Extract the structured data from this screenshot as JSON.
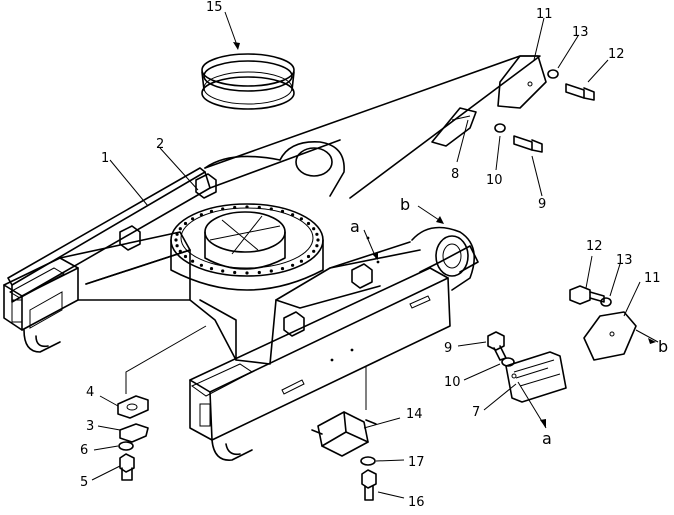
{
  "diagram": {
    "callouts": [
      {
        "id": "c1",
        "text": "1"
      },
      {
        "id": "c2",
        "text": "2"
      },
      {
        "id": "c3",
        "text": "3"
      },
      {
        "id": "c4",
        "text": "4"
      },
      {
        "id": "c5",
        "text": "5"
      },
      {
        "id": "c6",
        "text": "6"
      },
      {
        "id": "c7",
        "text": "7"
      },
      {
        "id": "c8",
        "text": "8"
      },
      {
        "id": "c9a",
        "text": "9"
      },
      {
        "id": "c9b",
        "text": "9"
      },
      {
        "id": "c10a",
        "text": "10"
      },
      {
        "id": "c10b",
        "text": "10"
      },
      {
        "id": "c11a",
        "text": "11"
      },
      {
        "id": "c11b",
        "text": "11"
      },
      {
        "id": "c12a",
        "text": "12"
      },
      {
        "id": "c12b",
        "text": "12"
      },
      {
        "id": "c13a",
        "text": "13"
      },
      {
        "id": "c13b",
        "text": "13"
      },
      {
        "id": "c14",
        "text": "14"
      },
      {
        "id": "c15",
        "text": "15"
      },
      {
        "id": "c16",
        "text": "16"
      },
      {
        "id": "c17",
        "text": "17"
      },
      {
        "id": "ra1",
        "text": "a"
      },
      {
        "id": "ra2",
        "text": "a"
      },
      {
        "id": "rb1",
        "text": "b"
      },
      {
        "id": "rb2",
        "text": "b"
      }
    ]
  }
}
